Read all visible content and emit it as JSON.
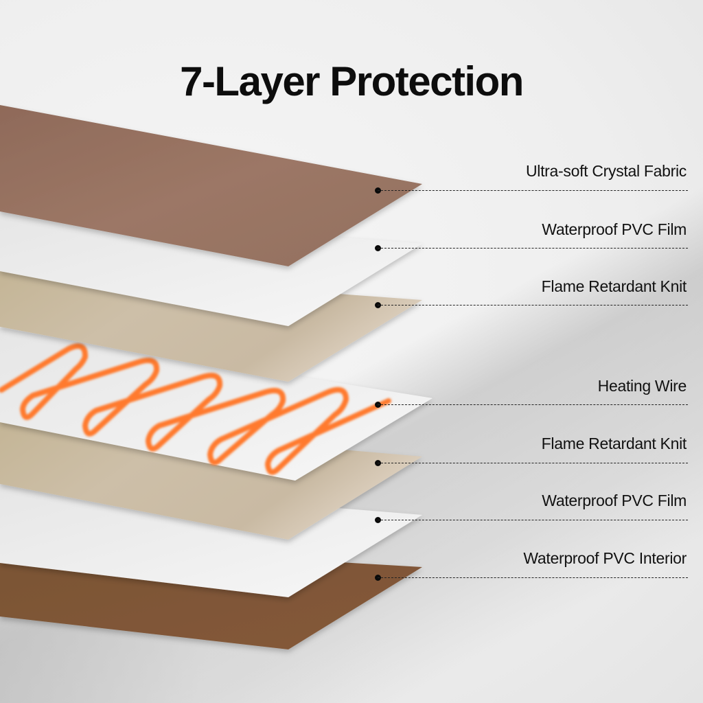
{
  "title": "7-Layer Protection",
  "colors": {
    "crystal_fabric": "#9a7462",
    "pvc_film": "#ececec",
    "knit": "#cbbda6",
    "heating_film": "#f1f1f1",
    "heating_wire": "#ff7a2e",
    "interior": "#7e5637",
    "text": "#111111"
  },
  "layers": [
    {
      "label": "Ultra-soft Crystal Fabric",
      "material": "crystal-fabric"
    },
    {
      "label": "Waterproof PVC Film",
      "material": "pvc-film"
    },
    {
      "label": "Flame Retardant Knit",
      "material": "knit"
    },
    {
      "label": "Heating Wire",
      "material": "heating-wire"
    },
    {
      "label": "Flame Retardant Knit",
      "material": "knit"
    },
    {
      "label": "Waterproof PVC Film",
      "material": "pvc-film"
    },
    {
      "label": "Waterproof PVC Interior",
      "material": "pvc-interior"
    }
  ]
}
